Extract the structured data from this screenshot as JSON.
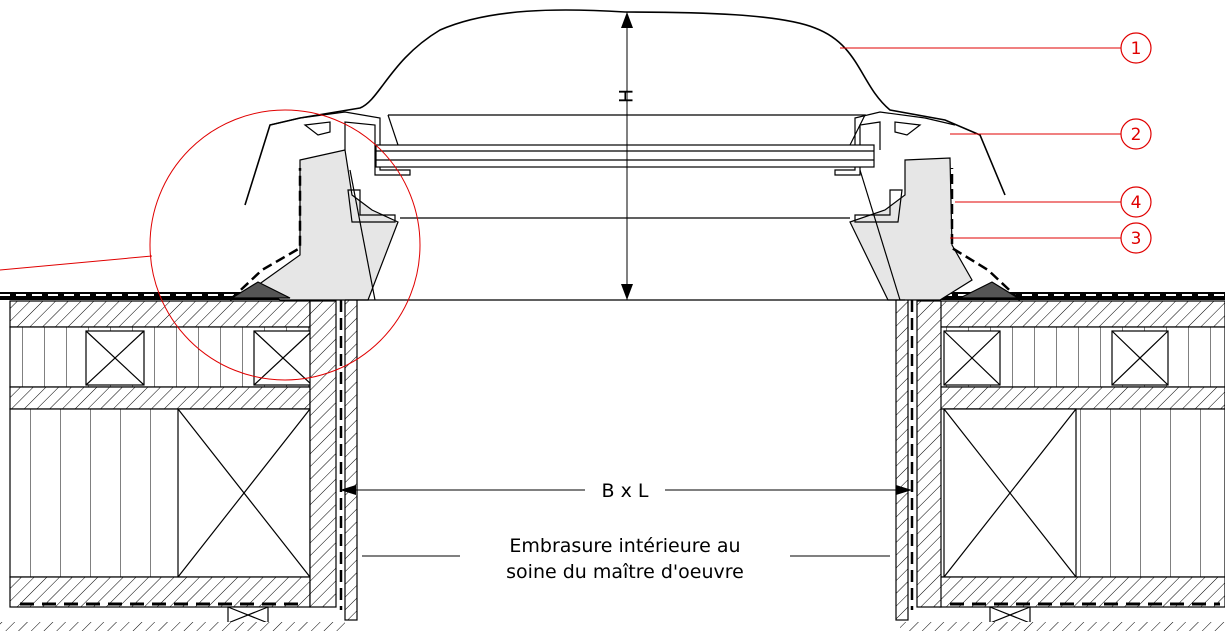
{
  "dimensions": {
    "height_label": "H",
    "opening_label": "B x L"
  },
  "note": {
    "line1": "Embrasure intérieure au",
    "line2": "soine du maître d'oeuvre"
  },
  "callouts": [
    {
      "id": "1"
    },
    {
      "id": "2"
    },
    {
      "id": "4"
    },
    {
      "id": "3"
    }
  ],
  "colors": {
    "callout": "#e00000",
    "line": "#000000",
    "fill": "#e6e6e6"
  }
}
